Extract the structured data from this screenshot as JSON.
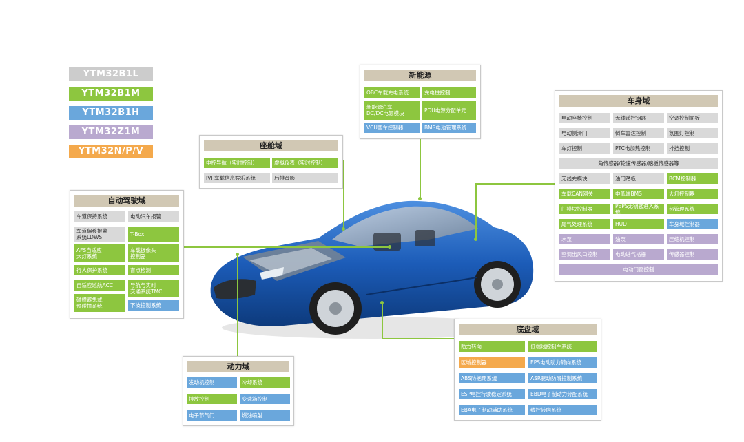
{
  "legend": [
    {
      "label": "YTM32B1L",
      "color": "#cccccc"
    },
    {
      "label": "YTM32B1M",
      "color": "#8dc63f"
    },
    {
      "label": "YTM32B1H",
      "color": "#6aa7dc"
    },
    {
      "label": "YTM32Z1M",
      "color": "#b9a9cf"
    },
    {
      "label": "YTM32N/P/V",
      "color": "#f4a94c"
    }
  ],
  "new_energy": {
    "title": "新能源",
    "items": [
      "OBC车载充电系统",
      "充电桩控制",
      "新能源汽车\nDC/DC电源模块",
      "PDU电源分配单元",
      "VCU整车控制器",
      "BMS电池管理系统"
    ]
  },
  "cockpit": {
    "title": "座舱域",
    "items": [
      "中控导航（实时控制）",
      "虚拟仪表（实时控制）",
      "IVI 车载信息娱乐系统",
      "后排音影"
    ]
  },
  "adas": {
    "title": "自动驾驶域",
    "items": [
      "车道保持系统",
      "电动汽车报警",
      "车道偏移报警\n系统LDWS",
      "T-Box",
      "AFS自适应\n大灯系统",
      "车载摄像头\n控制器",
      "行人保护系统",
      "盲点检测",
      "自适应巡航ACC",
      "导航与实时\n交通系统TMC",
      "碰撞避免或\n预碰撞系统",
      "下坡控制系统"
    ]
  },
  "power": {
    "title": "动力域",
    "items": [
      "发动机控制",
      "冷却系统",
      "排放控制",
      "变速箱控制",
      "电子节气门",
      "燃油喷射"
    ]
  },
  "chassis": {
    "title": "底盘域",
    "items": [
      "助力转向",
      "低端线控制车系统",
      "区域控制器",
      "EPS电动助力转向系统",
      "ABS防抱死系统",
      "ASR驱动防滑控制系统",
      "ESP电控行驶稳定系统",
      "EBD电子制动力分配系统",
      "EBA电子制动辅助系统",
      "线控转向系统"
    ]
  },
  "body": {
    "title": "车身域",
    "items": [
      "电动座椅控制",
      "无线遥控钥匙",
      "空调控制面板",
      "电动侧滑门",
      "倒车雷达控制",
      "氛围灯控制",
      "车灯控制",
      "PTC电加热控制",
      "排挡控制",
      "角传感器/轮速传感器/踏板传感器等",
      "无线充模块",
      "油门踏板",
      "BCM控制器",
      "车载CAN网关",
      "中低端BMS",
      "大灯控制器",
      "门模块控制器",
      "PEPS无钥匙进入系统",
      "热管理系统",
      "尾气处理系统",
      "HUD",
      "车身域控制器",
      "水泵",
      "油泵",
      "压缩机控制",
      "空调出风口控制",
      "电动进气格栅",
      "传感器控制",
      "电动门窗控制"
    ]
  }
}
